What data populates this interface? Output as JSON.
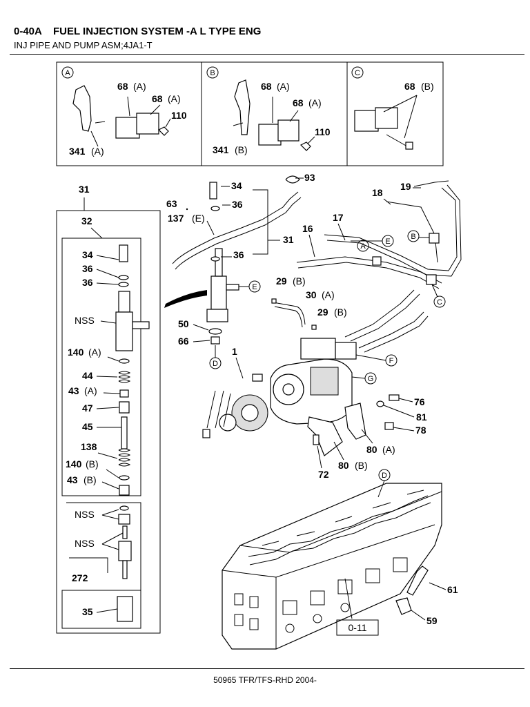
{
  "header": {
    "title": "0-40A    FUEL INJECTION SYSTEM -A L TYPE ENG",
    "subtitle": "INJ PIPE AND PUMP ASM;4JA1-T"
  },
  "footer": {
    "text": "50965 TFR/TFS-RHD 2004-"
  },
  "panels": {
    "a": {
      "ref": "A",
      "labels": [
        "68",
        "(A)",
        "68",
        "(A)",
        "110",
        "341",
        "(A)"
      ]
    },
    "b": {
      "ref": "B",
      "labels": [
        "68",
        "(A)",
        "68",
        "(A)",
        "110",
        "341",
        "(B)"
      ]
    },
    "c": {
      "ref": "C",
      "labels": [
        "68",
        "(B)"
      ]
    }
  },
  "callouts": {
    "n31a": "31",
    "n32": "32",
    "n34a": "34",
    "n36a": "36",
    "n36b": "36",
    "nss1": "NSS",
    "n140a": "140",
    "n140a_s": "(A)",
    "n44": "44",
    "n43a": "43",
    "n43a_s": "(A)",
    "n47": "47",
    "n45": "45",
    "n138": "138",
    "n140b": "140",
    "n140b_s": "(B)",
    "n43b": "43",
    "n43b_s": "(B)",
    "nss2": "NSS",
    "nss3": "NSS",
    "n272": "272",
    "n35": "35",
    "n93": "93",
    "n34b": "34",
    "n63": "63",
    "n36c": "36",
    "n137": "137",
    "n137_s": "(E)",
    "n31b": "31",
    "n36d": "36",
    "n29a": "29",
    "n29a_s": "(B)",
    "n30": "30",
    "n30_s": "(A)",
    "n29b": "29",
    "n29b_s": "(B)",
    "n50": "50",
    "n66": "66",
    "n1": "1",
    "n16": "16",
    "n17": "17",
    "n18": "18",
    "n19": "19",
    "n76": "76",
    "n81": "81",
    "n78": "78",
    "n80a": "80",
    "n80a_s": "(A)",
    "n80b": "80",
    "n80b_s": "(B)",
    "n72": "72",
    "n61": "61",
    "n59": "59",
    "ref_A": "A",
    "ref_B": "B",
    "ref_C": "C",
    "ref_D": "D",
    "ref_D2": "D",
    "ref_E1": "E",
    "ref_E2": "E",
    "ref_F": "F",
    "ref_G": "G",
    "page_ref": "0-11"
  }
}
